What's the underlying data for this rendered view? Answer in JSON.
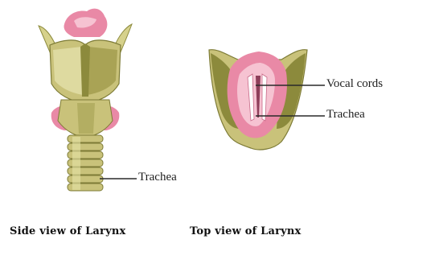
{
  "labels": {
    "vocal_cords": "Vocal cords",
    "trachea_top": "Trachea",
    "trachea_side": "Trachea"
  },
  "captions": {
    "side": "Side view of Larynx",
    "top": "Top view of Larynx"
  },
  "colors": {
    "cartilage": "#c9c27a",
    "cartilage_light": "#e6e2a6",
    "cartilage_shadow": "#8c8a3c",
    "tissue_pink": "#e989a6",
    "tissue_light": "#f6c3d2",
    "leader_line": "#2a2a2a"
  }
}
